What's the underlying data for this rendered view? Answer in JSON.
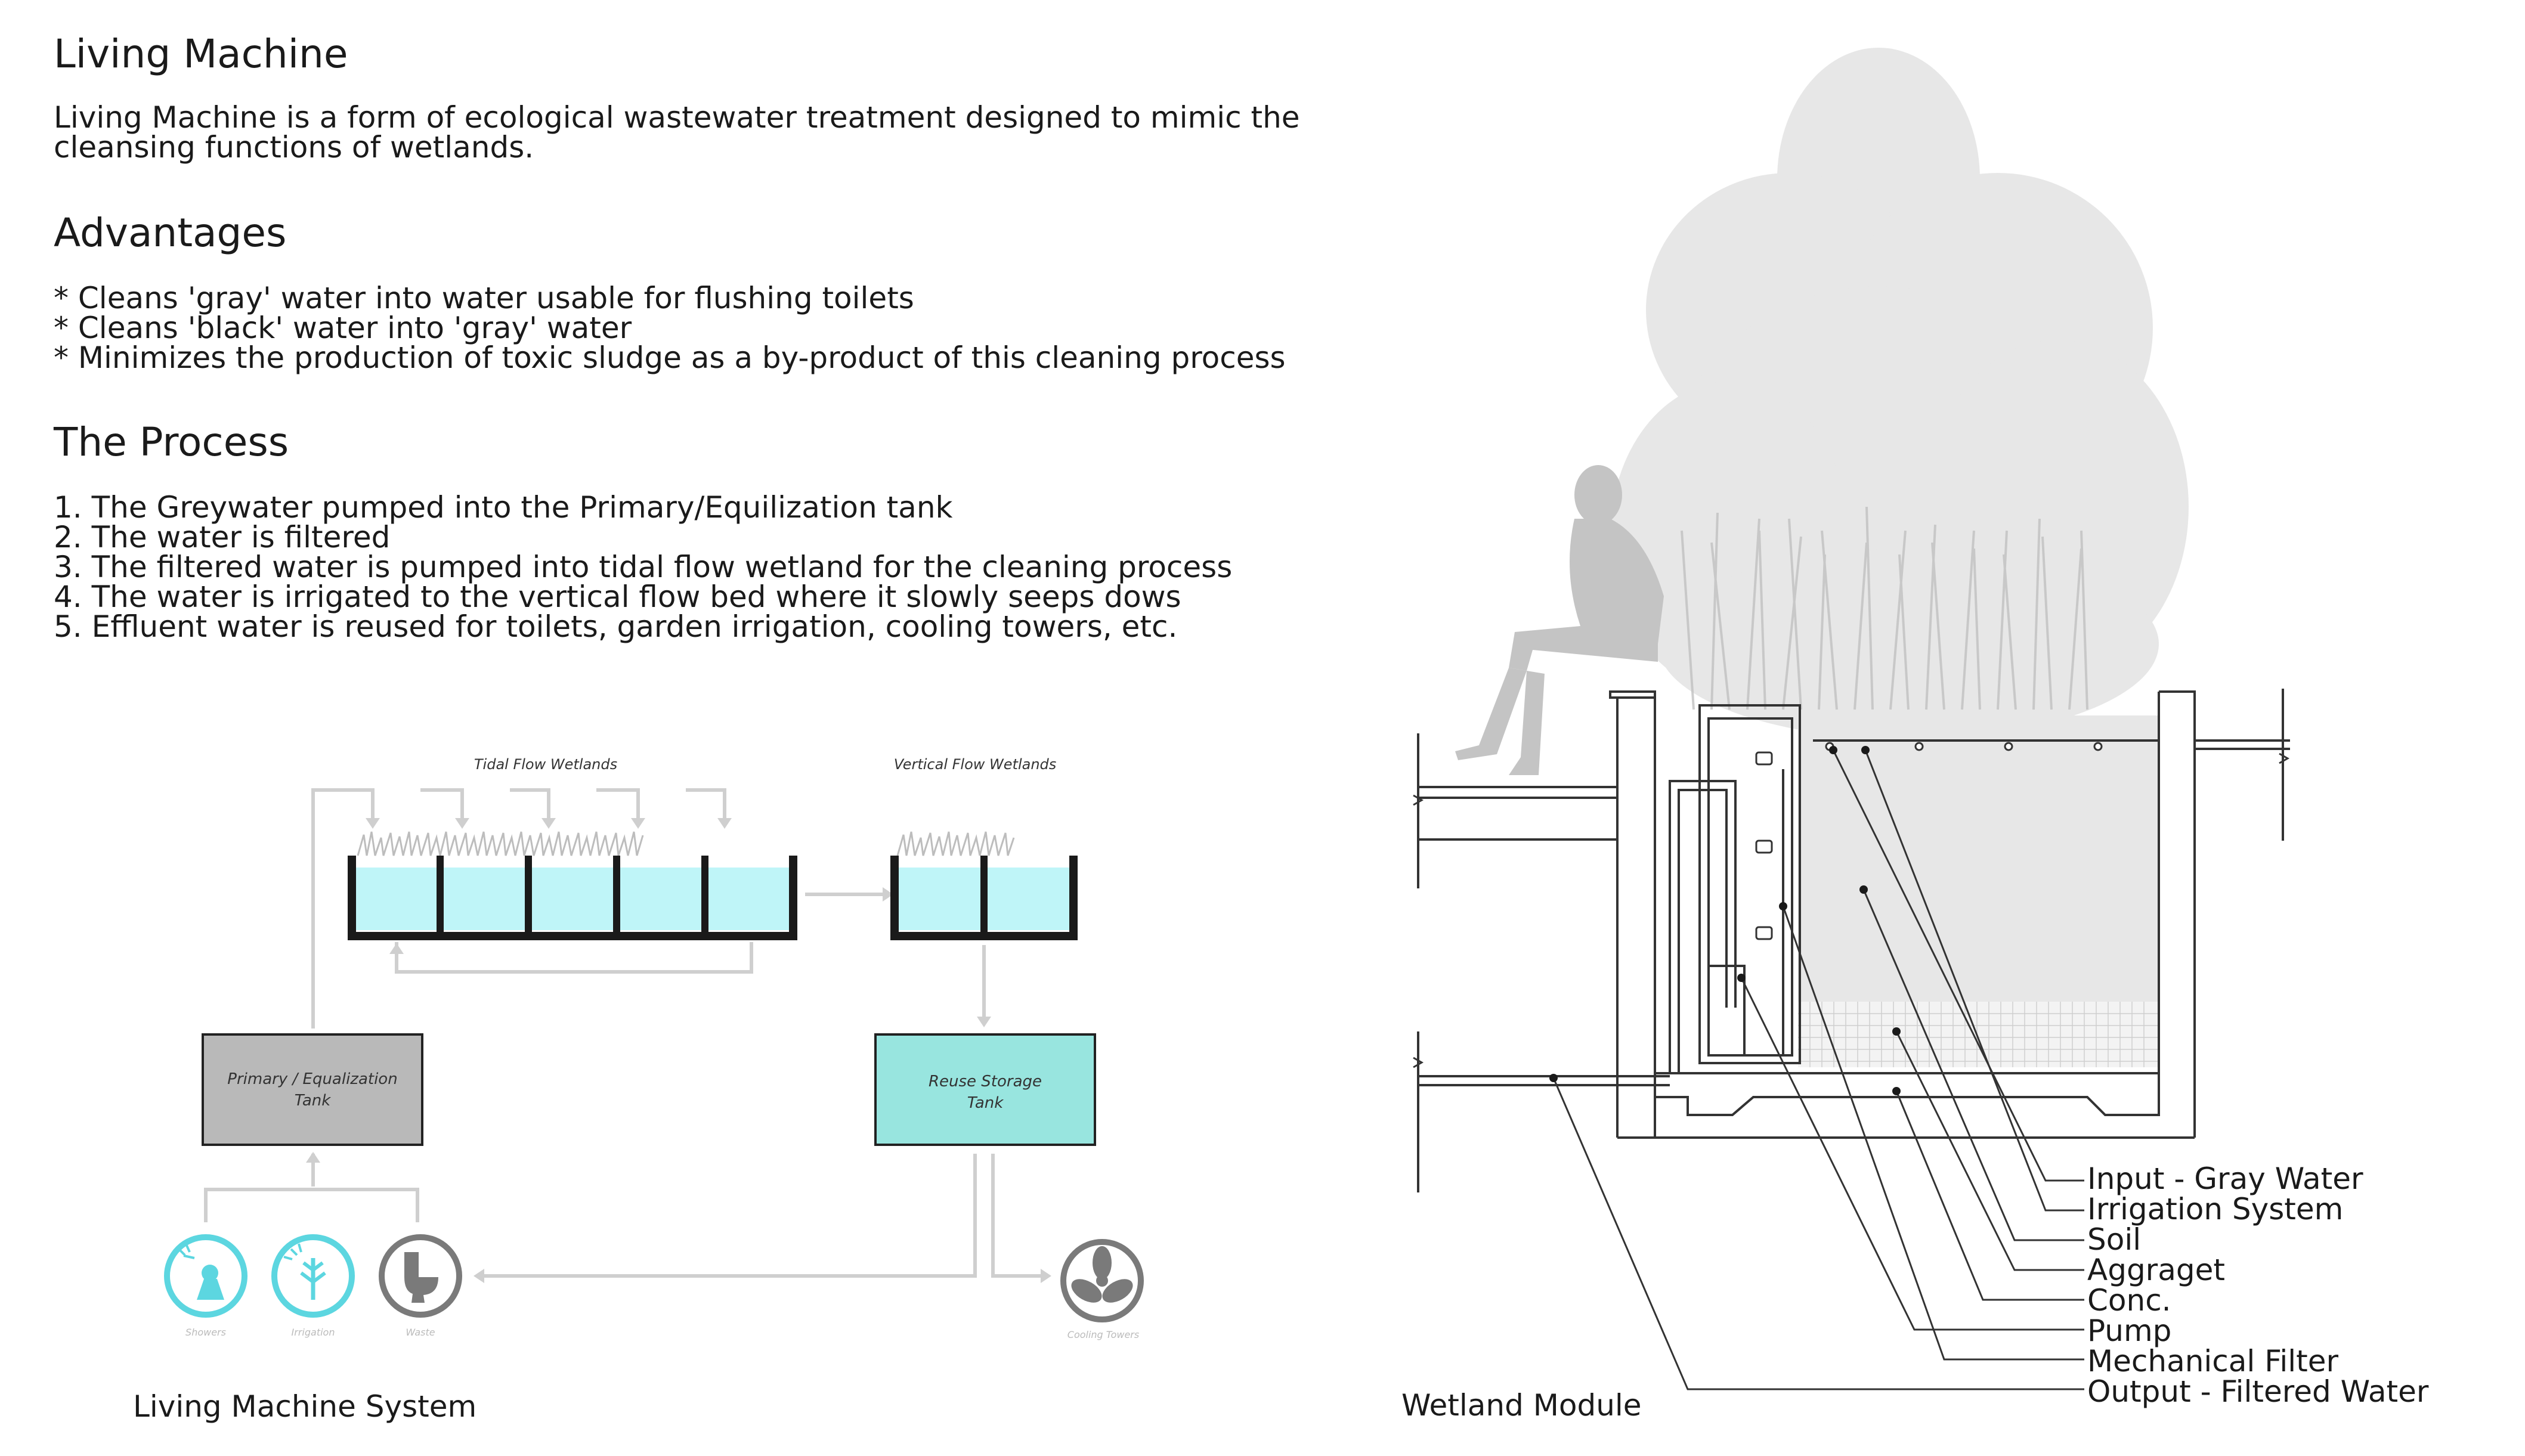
{
  "intro": {
    "title": "Living Machine",
    "description_line1": "Living Machine is a form of ecological wastewater treatment designed to mimic the",
    "description_line2": "cleansing functions of wetlands."
  },
  "advantages": {
    "title": "Advantages",
    "items": [
      "* Cleans 'gray' water into water usable for flushing toilets",
      "* Cleans 'black' water into 'gray' water",
      "* Minimizes the production of toxic sludge as a by-product of this cleaning process"
    ]
  },
  "process": {
    "title": "The Process",
    "steps": [
      "1. The Greywater pumped into the Primary/Equilization tank",
      "2. The water is filtered",
      "3. The filtered water is pumped into tidal flow wetland for the cleaning process",
      "4. The water is irrigated to the vertical flow bed where it slowly seeps dows",
      "5. Effluent water is reused for toilets, garden irrigation, cooling towers, etc."
    ]
  },
  "system_diagram": {
    "caption": "Living Machine System",
    "tidal_label": "Tidal Flow Wetlands",
    "vertical_label": "Vertical Flow Wetlands",
    "primary_tank_line1": "Primary / Equalization",
    "primary_tank_line2": "Tank",
    "reuse_tank_line1": "Reuse Storage",
    "reuse_tank_line2": "Tank",
    "sources": [
      "Showers",
      "Irrigation",
      "Waste"
    ],
    "output": "Cooling Towers",
    "colors": {
      "water": "#bff5f8",
      "reuse_tank": "#98e5df",
      "primary_tank": "#b9b9b9",
      "icon_cyan": "#5cd6e0",
      "icon_gray": "#7a7a7a"
    }
  },
  "wetland_module": {
    "caption": "Wetland Module",
    "legend": [
      "Input - Gray Water",
      "Irrigation System",
      "Soil",
      "Aggraget",
      "Conc.",
      "Pump",
      "Mechanical Filter",
      "Output - Filtered Water"
    ]
  }
}
